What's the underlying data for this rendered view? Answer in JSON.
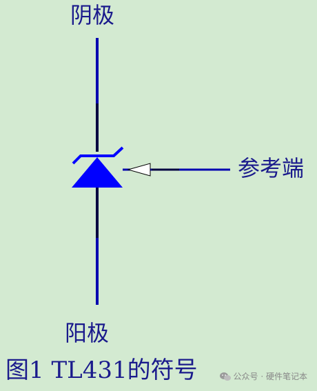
{
  "labels": {
    "cathode": "阴极",
    "anode": "阳极",
    "reference": "参考端"
  },
  "caption": "图1 TL431的符号",
  "watermark": {
    "text": "公众号 · 硬件笔记本",
    "icon": "wechat-icon"
  },
  "colors": {
    "background": "#d3ead1",
    "wire": "#0000b0",
    "symbol": "#0000ff",
    "text": "#1a1a8c"
  }
}
